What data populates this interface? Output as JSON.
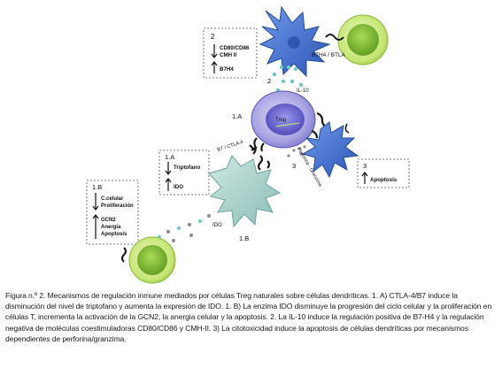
{
  "diagram": {
    "box_2": {
      "number": "2",
      "line1": "CD80/CD86",
      "line2": "CMH II",
      "line3": "B7H4"
    },
    "box_1a": {
      "number": "1.A",
      "line1": "Triptofano",
      "line2": "IDO"
    },
    "box_1b": {
      "number": "1.B",
      "line1": "C.celular",
      "line2": "Proliferación",
      "line3": "GCN2",
      "line4": "Anergia",
      "line5": "Apoptosis"
    },
    "box_3": {
      "number": "3",
      "line1": "Apoptosis"
    },
    "labels": {
      "b7h4_btla": "B7H4 / BTLA",
      "il10": "IL-10",
      "num_2_mid": "2",
      "num_1a_mid": "1.A",
      "b7_ctla4": "B7 / CTLA 4",
      "perforina": "Perforina - Granzima",
      "num_3_mid": "3",
      "ido": "IDO",
      "num_1b_mid": "1.B",
      "tcell_center": "Treg"
    }
  },
  "caption": "Figura n.º 2. Mecanismos de regulación inmune mediados por células Treg naturales sobre células dendríticas. 1. A) CTLA-4/B7 induce la disminución del nivel de  triptofano y aumenta la expresión de IDO. 1. B) La enzima IDO disminuye la progresión del ciclo celular y la proliferación en células T, incrementa la activación de la GCN2, la anergia celular y la apoptosis. 2. La IL-10 induce la regulación positiva de B7-H4 y la regulación negativa de moléculas coestimuladoras CD80/CD86 y CMH-II. 3) La citotoxicidad induce la apoptosis de células dendríticas por mecanismos dependientes de perforina/granzima.",
  "colors": {
    "treg_fill": "#b8b4e8",
    "treg_nucleus": "#6f6ad0",
    "dc_blue": "#3d6fd0",
    "dc_teal": "#a9d2cc",
    "tcell_green": "#c7e86f",
    "tcell_nucleus": "#7fbf2a",
    "dot_teal": "#6fc7c0",
    "dot_gray": "#8b8b8b"
  }
}
